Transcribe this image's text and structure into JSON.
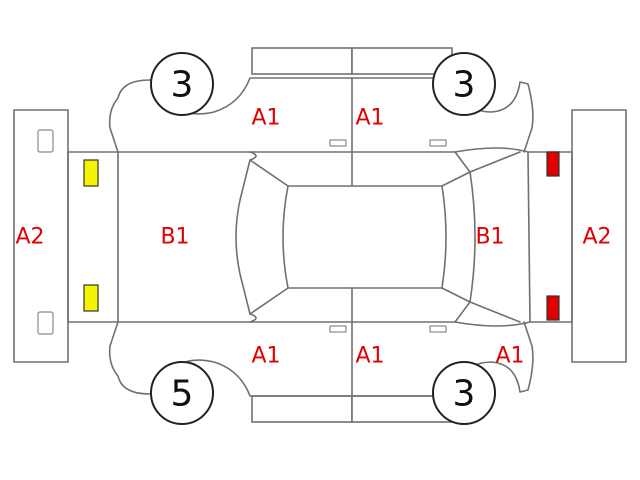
{
  "colors": {
    "front_lamp": "#f4f400",
    "rear_lamp": "#e00000",
    "code_text": "#e00000",
    "outline": "#707070"
  },
  "tires": {
    "front_left": "3",
    "rear_left": "3",
    "front_right": "5",
    "rear_right": "3"
  },
  "damage_codes": {
    "left_front_door": "A1",
    "left_rear_door": "A1",
    "right_front_door": "A1",
    "right_rear_door": "A1",
    "right_rear_quarter": "A1",
    "front_bumper": "A2",
    "rear_bumper": "A2",
    "hood": "B1",
    "trunk": "B1"
  }
}
